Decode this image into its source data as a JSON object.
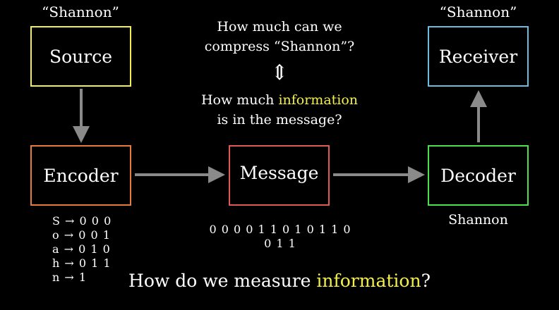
{
  "source": {
    "label": "Source",
    "quote": "“Shannon”",
    "color": "#f4ef4f"
  },
  "encoder": {
    "label": "Encoder",
    "color": "#e87a3e",
    "codes": [
      "S → 0 0 0",
      "o → 0 0 1",
      "a → 0 1 0",
      "h → 0 1 1",
      "n → 1"
    ]
  },
  "message": {
    "label": "Message",
    "color": "#e05a55",
    "bits": "0 0 0 0 1 1 0 1 0 1 1 0 0 1 1"
  },
  "decoder": {
    "label": "Decoder",
    "color": "#4ce04c",
    "output": "Shannon"
  },
  "receiver": {
    "label": "Receiver",
    "quote": "“Shannon”",
    "color": "#6bbde0"
  },
  "question_top": {
    "line1": "How much can we",
    "line2": "compress “Shannon”?",
    "arrow": "⇕",
    "line3_pre": "How much ",
    "line3_hl": "information",
    "line4": "is in the message?"
  },
  "question_bottom": {
    "pre": "How do we measure ",
    "hl": "information",
    "post": "?"
  },
  "highlight_color": "#f4ef4f",
  "arrow_color": "#8a8a8a"
}
